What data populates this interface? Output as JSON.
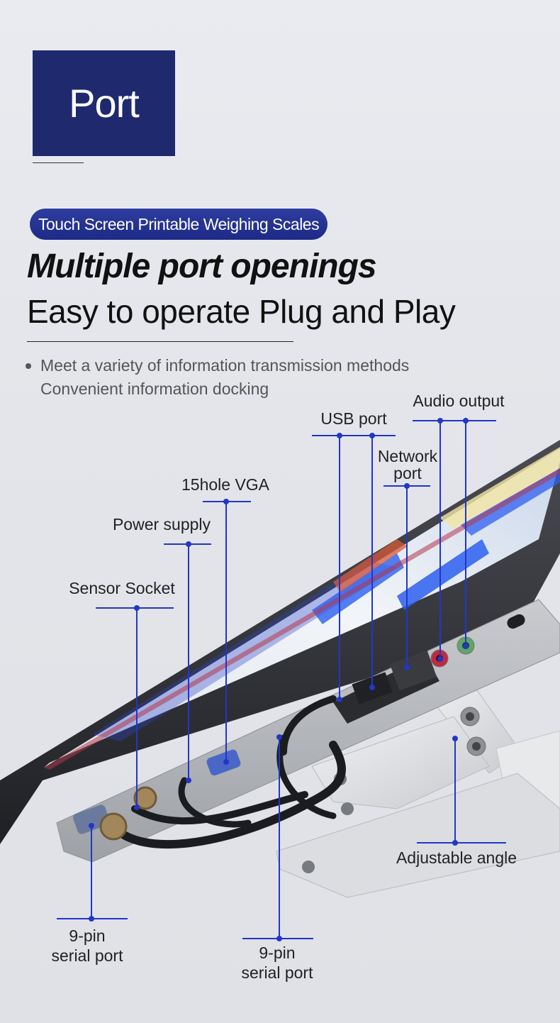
{
  "header": {
    "title": "Port"
  },
  "pill": "Touch Screen Printable Weighing Scales",
  "headline": {
    "line1": "Multiple port openings",
    "line2": "Easy to operate Plug and Play"
  },
  "description": {
    "line1": "Meet a variety of information transmission methods",
    "line2": "Convenient information docking"
  },
  "callouts": {
    "audio_output": "Audio output",
    "usb_port": "USB port",
    "network_port_1": "Network",
    "network_port_2": "port",
    "vga": "15hole VGA",
    "power_supply": "Power supply",
    "sensor_socket": "Sensor Socket",
    "adjustable_angle": "Adjustable angle",
    "serial_left_1": "9-pin",
    "serial_left_2": "serial port",
    "serial_mid_1": "9-pin",
    "serial_mid_2": "serial port"
  },
  "colors": {
    "brand_navy": "#1f2a6e",
    "callout_blue": "#2236c8"
  }
}
